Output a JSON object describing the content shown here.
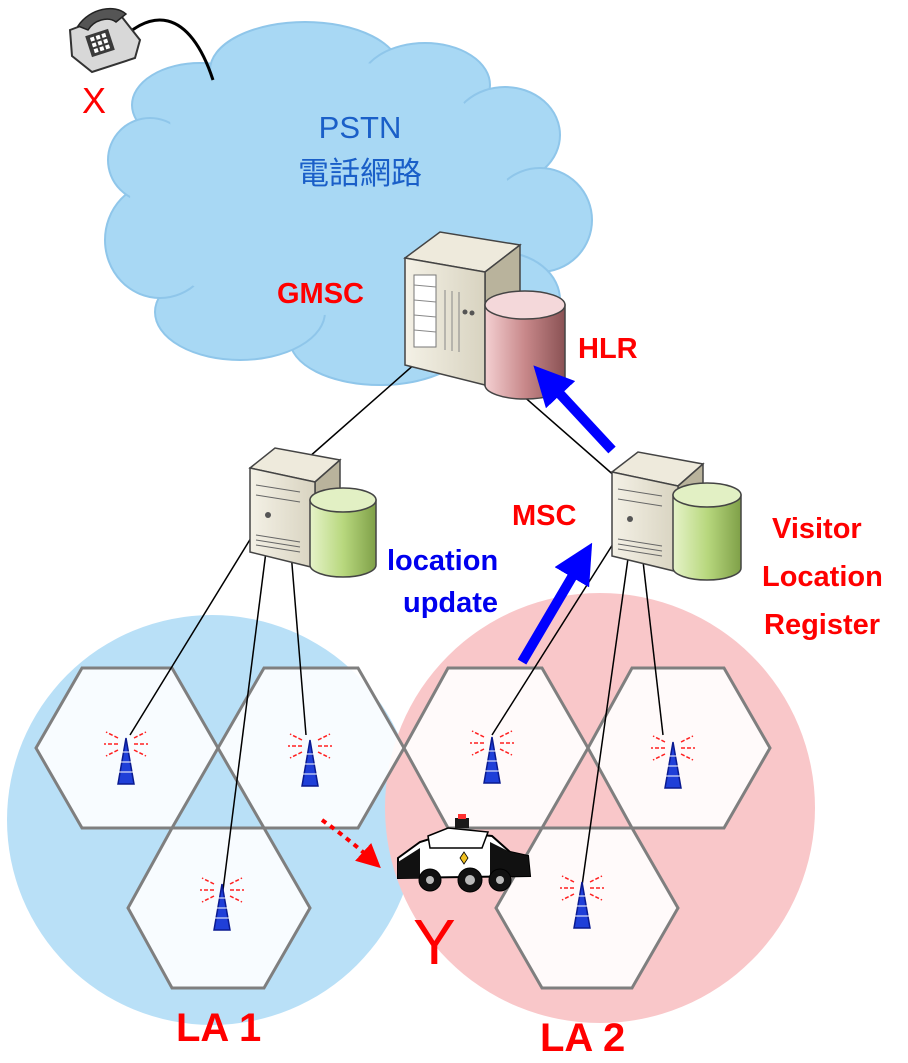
{
  "pstn": {
    "title": "PSTN",
    "subtitle": "電話網路"
  },
  "telephone": {
    "label": "X"
  },
  "gmsc": {
    "label": "GMSC"
  },
  "hlr": {
    "label": "HLR"
  },
  "msc": {
    "label": "MSC"
  },
  "vlr": {
    "label_line1": "Visitor",
    "label_line2": "Location",
    "label_line3": "Register"
  },
  "location_update": {
    "line1": "location",
    "line2": "update"
  },
  "mobile": {
    "label": "Y"
  },
  "location_areas": [
    {
      "label": "LA 1"
    },
    {
      "label": "LA 2"
    }
  ],
  "colors": {
    "cloud": "#a8d8f4",
    "la1": "#b9e0f7",
    "la2": "#f9c7c9",
    "arrow": "#0000ff",
    "label_red": "#ff0000",
    "label_blue": "#0000ee",
    "vlr_db": "#b8d87e",
    "hlr_db": "#c8888a"
  }
}
